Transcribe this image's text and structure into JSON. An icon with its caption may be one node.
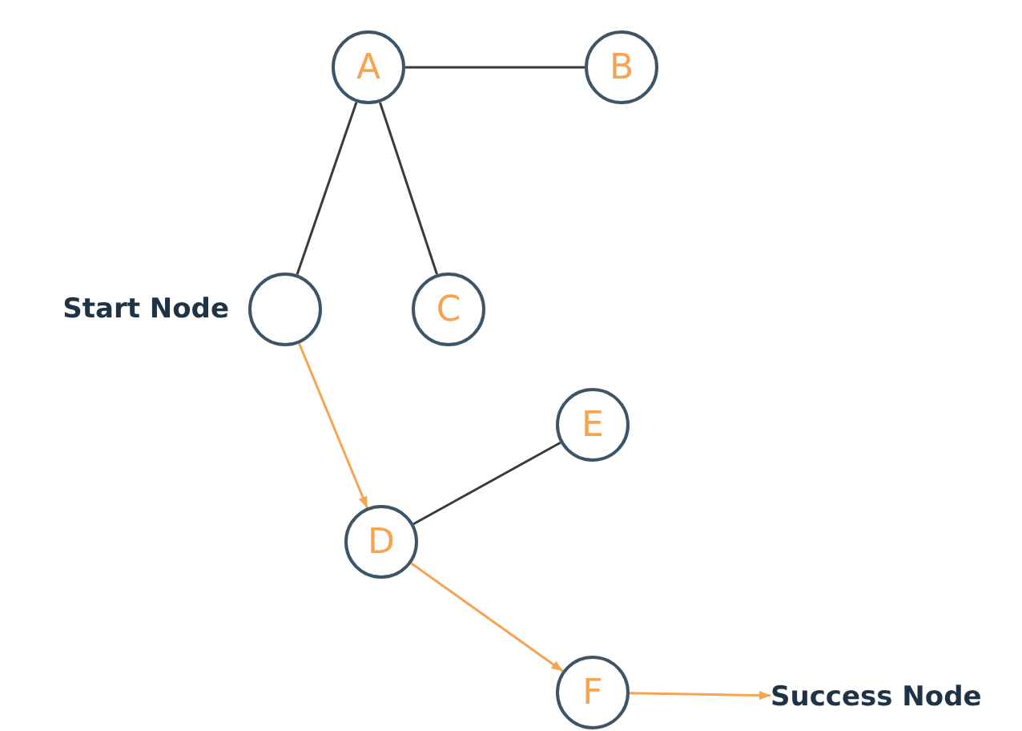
{
  "diagram": {
    "nodes": [
      {
        "text": [
          "A"
        ]
      },
      {
        "text": [
          "B"
        ]
      },
      {
        "text": [],
        "shape": "circle",
        "beside": [
          "Start Node"
        ]
      },
      {
        "text": [
          "C"
        ]
      },
      {
        "text": [
          "E"
        ]
      },
      {
        "text": [
          "D"
        ]
      },
      {
        "text": [
          "F"
        ]
      },
      {
        "text": [
          "Success Node"
        ]
      }
    ],
    "edges": [
      {
        "from": 0,
        "to": 1,
        "arrow": "none"
      },
      {
        "from": 0,
        "to": 2,
        "arrow": "none"
      },
      {
        "from": 0,
        "to": 3,
        "arrow": "none"
      },
      {
        "from": 2,
        "to": 5,
        "arrow": "to",
        "color": "#f7a350"
      },
      {
        "from": 5,
        "to": 4,
        "arrow": "none"
      },
      {
        "from": 5,
        "to": 6,
        "arrow": "to",
        "color": "#f7a350"
      },
      {
        "from": 6,
        "to": 7,
        "arrow": "to",
        "color": "#f7a350"
      }
    ]
  }
}
